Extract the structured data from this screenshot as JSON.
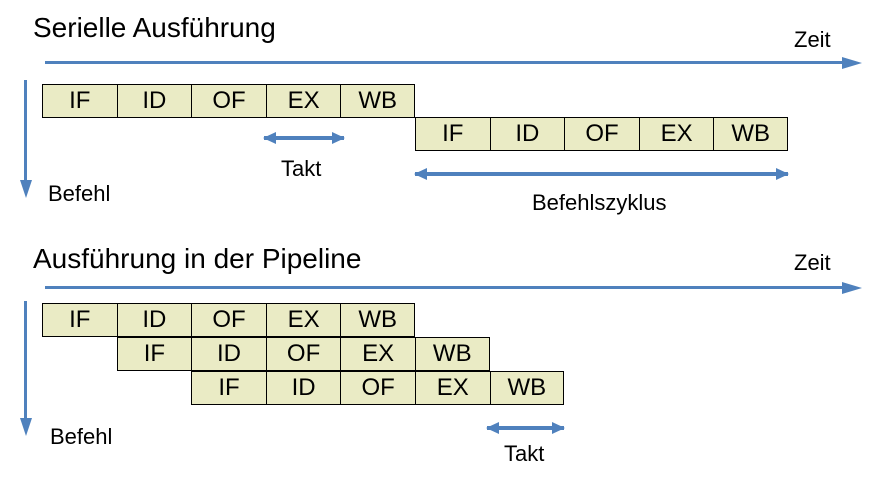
{
  "colors": {
    "accent_blue": "#4f81bd",
    "box_fill": "#eaebc5",
    "box_border": "#000000"
  },
  "sections": [
    {
      "title": "Serielle Ausführung",
      "time_axis_label": "Zeit",
      "instruction_axis_label": "Befehl",
      "rows": [
        {
          "cells": [
            "IF",
            "ID",
            "OF",
            "EX",
            "WB"
          ]
        },
        {
          "cells": [
            "IF",
            "ID",
            "OF",
            "EX",
            "WB"
          ]
        }
      ],
      "annotations": {
        "takt": "Takt",
        "befehlszyklus": "Befehlszyklus"
      }
    },
    {
      "title": "Ausführung in der Pipeline",
      "time_axis_label": "Zeit",
      "instruction_axis_label": "Befehl",
      "rows": [
        {
          "cells": [
            "IF",
            "ID",
            "OF",
            "EX",
            "WB"
          ]
        },
        {
          "cells": [
            "IF",
            "ID",
            "OF",
            "EX",
            "WB"
          ]
        },
        {
          "cells": [
            "IF",
            "ID",
            "OF",
            "EX",
            "WB"
          ]
        }
      ],
      "annotations": {
        "takt": "Takt"
      }
    }
  ]
}
